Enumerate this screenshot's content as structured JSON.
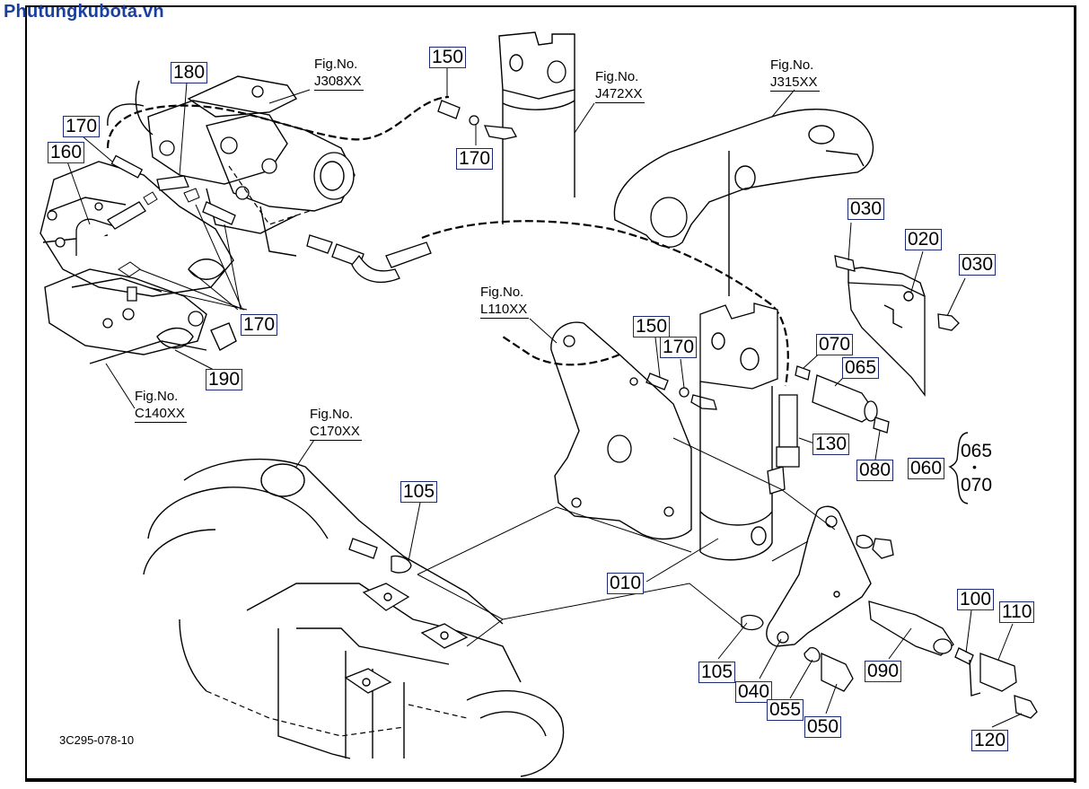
{
  "watermark": "Phutungkubota.vn",
  "drawing_code": "3C295-078-10",
  "fig_refs": [
    {
      "id": "j308",
      "label": "Fig.No.",
      "code": "J308XX"
    },
    {
      "id": "j472",
      "label": "Fig.No.",
      "code": "J472XX"
    },
    {
      "id": "j315",
      "label": "Fig.No.",
      "code": "J315XX"
    },
    {
      "id": "l110",
      "label": "Fig.No.",
      "code": "L110XX"
    },
    {
      "id": "c140",
      "label": "Fig.No.",
      "code": "C140XX"
    },
    {
      "id": "c170",
      "label": "Fig.No.",
      "code": "C170XX"
    }
  ],
  "parts": {
    "p150a": "150",
    "p180": "180",
    "p170a": "170",
    "p160": "160",
    "p170b": "170",
    "p030a": "030",
    "p020": "020",
    "p030b": "030",
    "p170c": "170",
    "p190": "190",
    "p150b": "150",
    "p170d": "170",
    "p070": "070",
    "p065": "065",
    "p130": "130",
    "p080": "080",
    "p060": "060",
    "p105a": "105",
    "p010": "010",
    "p100": "100",
    "p110": "110",
    "p105b": "105",
    "p090": "090",
    "p040": "040",
    "p055": "055",
    "p050": "050",
    "p120": "120"
  },
  "group_060": {
    "top": "065",
    "bullet": "•",
    "bottom": "070"
  }
}
